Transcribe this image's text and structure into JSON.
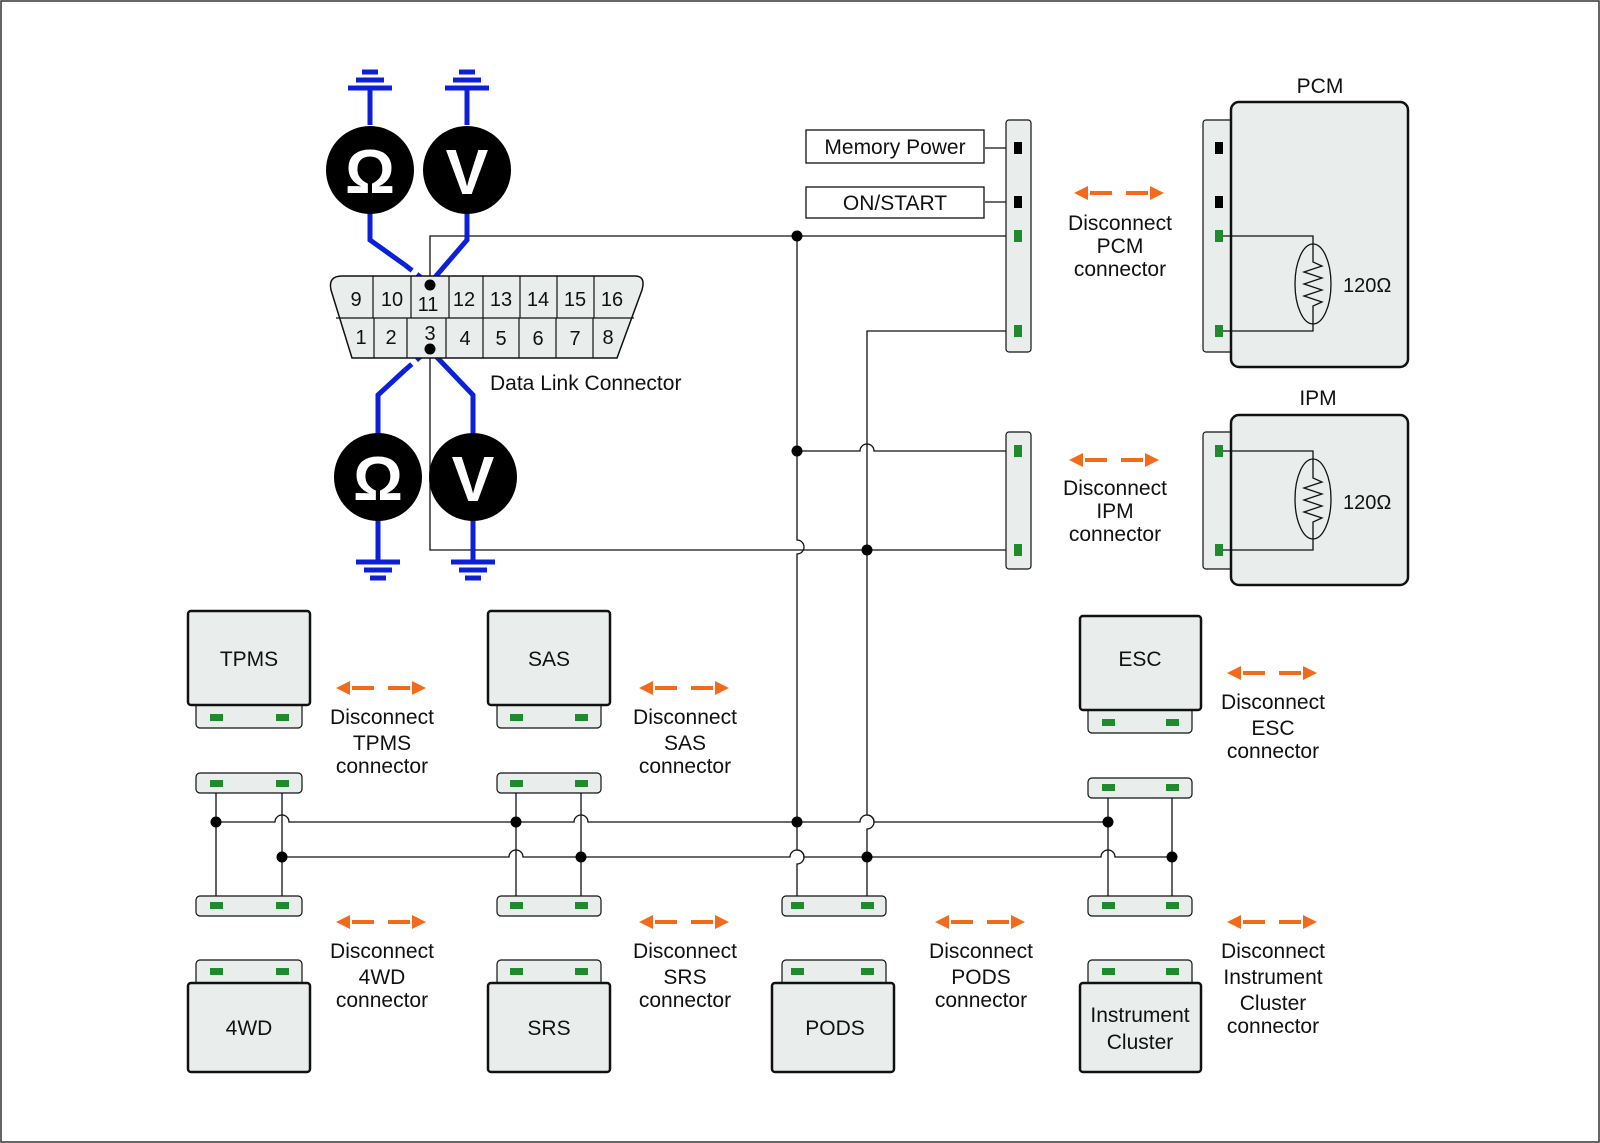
{
  "dlc": {
    "title": "Data Link Connector",
    "top_pins": [
      "9",
      "10",
      "11",
      "12",
      "13",
      "14",
      "15",
      "16"
    ],
    "bottom_pins": [
      "1",
      "2",
      "3",
      "4",
      "5",
      "6",
      "7",
      "8"
    ]
  },
  "meters": {
    "ohm_symbol": "Ω",
    "volt_symbol": "V"
  },
  "power": {
    "memory": "Memory Power",
    "on_start": "ON/START"
  },
  "modules": {
    "pcm": "PCM",
    "ipm": "IPM",
    "tpms": "TPMS",
    "sas": "SAS",
    "esc": "ESC",
    "fwd": "4WD",
    "srs": "SRS",
    "pods": "PODS",
    "ic_line1": "Instrument",
    "ic_line2": "Cluster"
  },
  "resistors": {
    "pcm": "120Ω",
    "ipm": "120Ω"
  },
  "instructions": {
    "pcm": [
      "Disconnect",
      "PCM",
      "connector"
    ],
    "ipm": [
      "Disconnect",
      "IPM",
      "connector"
    ],
    "tpms": [
      "Disconnect",
      "TPMS",
      "connector"
    ],
    "sas": [
      "Disconnect",
      "SAS",
      "connector"
    ],
    "esc": [
      "Disconnect",
      "ESC",
      "connector"
    ],
    "fwd": [
      "Disconnect",
      "4WD",
      "connector"
    ],
    "srs": [
      "Disconnect",
      "SRS",
      "connector"
    ],
    "pods": [
      "Disconnect",
      "PODS",
      "connector"
    ],
    "ic": [
      "Disconnect",
      "Instrument",
      "Cluster",
      "connector"
    ]
  },
  "colors": {
    "probe": "#0b20d8",
    "arrow": "#f26a1b",
    "pin": "#1f8a2e",
    "module_fill": "#e9eeec"
  }
}
